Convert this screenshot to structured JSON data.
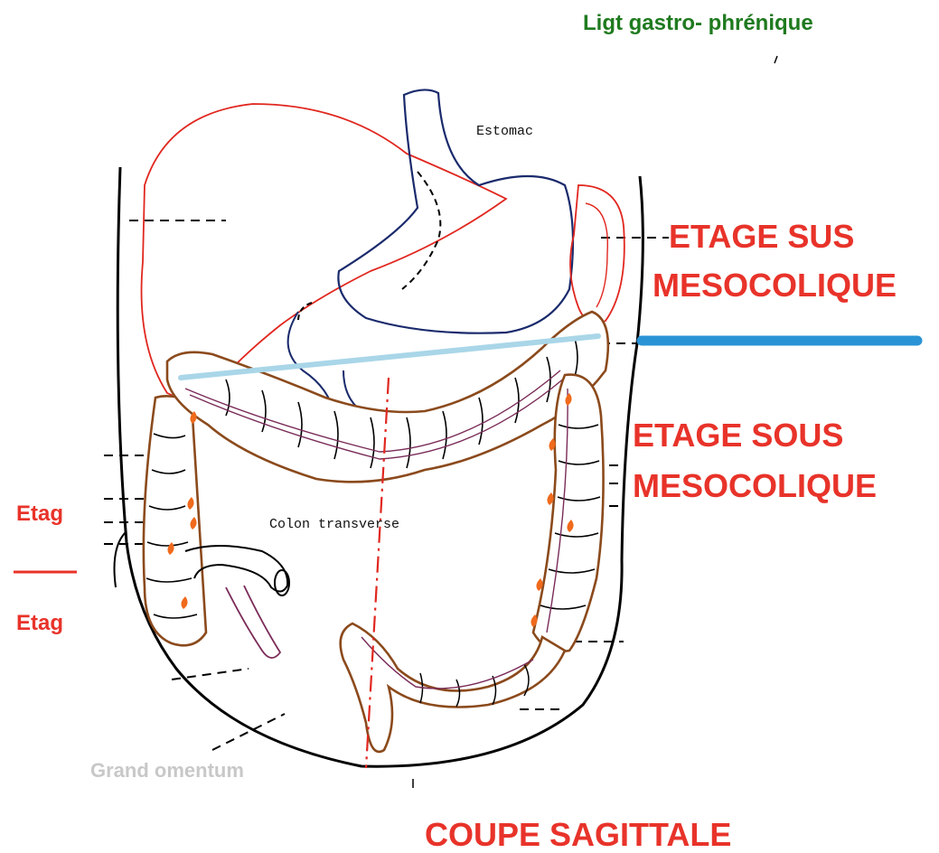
{
  "labels": {
    "ligament": "Ligt gastro- phrénique",
    "estomac": "Estomac",
    "colon": "Colon transverse",
    "sus_line1": "ETAGE SUS",
    "sus_line2": "MESOCOLIQUE",
    "sous_line1": "ETAGE SOUS",
    "sous_line2": "MESOCOLIQUE",
    "left_top": "Etag",
    "left_bottom": "Etag",
    "bottom_ghost": "Grand omentum",
    "coupe": "COUPE SAGITTALE"
  },
  "colors": {
    "green": "#1f7a1f",
    "red": "#e8332a",
    "outline_red": "#e0271f",
    "navy": "#1a2a6c",
    "brown": "#8b4a1c",
    "purple": "#7a2b58",
    "light_blue": "#a9d6e8",
    "bright_blue": "#2a93d5",
    "orange": "#f06a1c"
  }
}
